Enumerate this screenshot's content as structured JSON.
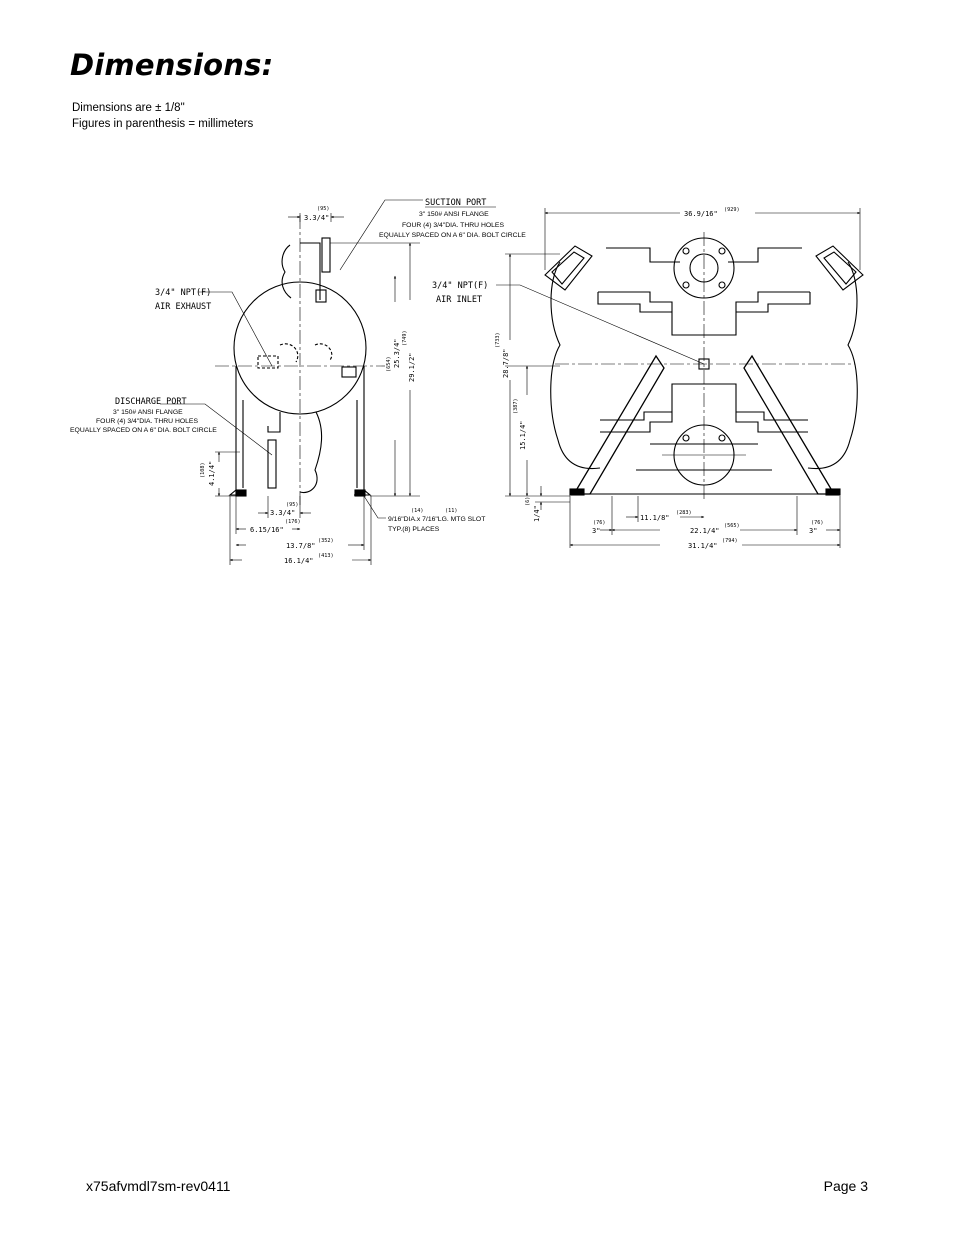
{
  "page": {
    "title": "Dimensions:",
    "notes": [
      "Dimensions are ± 1/8\"",
      "Figures in parenthesis = millimeters"
    ],
    "footer_left": "x75afvmdl7sm-rev0411",
    "footer_right": "Page 3"
  },
  "drawing": {
    "suction_port": {
      "title": "SUCTION PORT",
      "l1": "3\" 150# ANSI FLANGE",
      "l2": "FOUR (4) 3/4\"DIA. THRU HOLES",
      "l3": "EQUALLY SPACED ON A 6\" DIA. BOLT CIRCLE"
    },
    "air_exhaust": {
      "l1": "3/4\" NPT(F)",
      "l2": "AIR EXHAUST"
    },
    "discharge_port": {
      "title": "DISCHARGE PORT",
      "l1": "3\" 150# ANSI FLANGE",
      "l2": "FOUR (4) 3/4\"DIA. THRU HOLES",
      "l3": "EQUALLY SPACED ON A 6\" DIA. BOLT CIRCLE"
    },
    "air_inlet": {
      "l1": "3/4\" NPT(F)",
      "l2": "AIR INLET"
    },
    "mtg_slot": {
      "l1": "9/16\"DIA.x 7/16\"LG. MTG SLOT",
      "l2": "TYP.(8) PLACES",
      "mm1": "(14)",
      "mm2": "(11)"
    },
    "dims": {
      "d_3_3_4_top": "3.3/4\"",
      "d_3_3_4_top_mm": "(95)",
      "d_25_3_4": "25.3/4\"",
      "d_25_3_4_mm": "(654)",
      "d_29_1_2": "29.1/2\"",
      "d_29_1_2_mm": "(749)",
      "d_4_1_4": "4.1/4\"",
      "d_4_1_4_mm": "(108)",
      "d_3_3_4_bot": "3.3/4\"",
      "d_3_3_4_bot_mm": "(95)",
      "d_6_15_16": "6.15/16\"",
      "d_6_15_16_mm": "(176)",
      "d_13_7_8": "13.7/8\"",
      "d_13_7_8_mm": "(352)",
      "d_16_1_4": "16.1/4\"",
      "d_16_1_4_mm": "(413)",
      "d_36_9_16": "36.9/16\"",
      "d_36_9_16_mm": "(929)",
      "d_28_7_8": "28.7/8\"",
      "d_28_7_8_mm": "(733)",
      "d_15_1_4": "15.1/4\"",
      "d_15_1_4_mm": "(387)",
      "d_1_4": "1/4\"",
      "d_1_4_mm": "(6)",
      "d_11_1_8": "11.1/8\"",
      "d_11_1_8_mm": "(283)",
      "d_22_1_4": "22.1/4\"",
      "d_22_1_4_mm": "(565)",
      "d_3_left": "3\"",
      "d_3_left_mm": "(76)",
      "d_3_right": "3\"",
      "d_3_right_mm": "(76)",
      "d_31_1_4": "31.1/4\"",
      "d_31_1_4_mm": "(794)"
    }
  }
}
